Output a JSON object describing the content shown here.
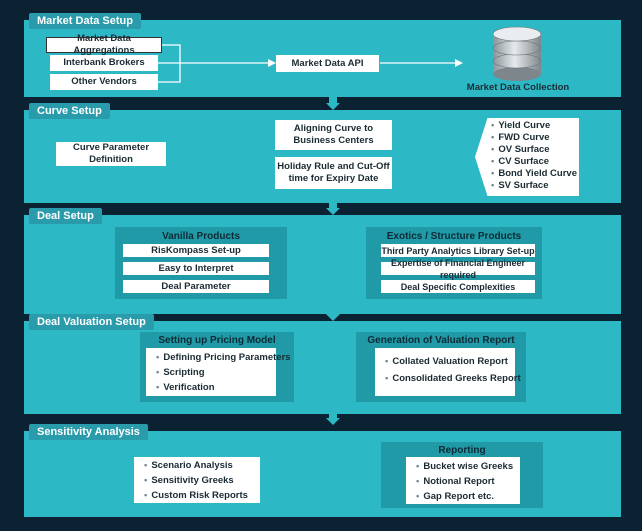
{
  "market": {
    "label": "Market Data Setup",
    "sources": [
      "Market Data Aggregations",
      "Interbank Brokers",
      "Other Vendors"
    ],
    "api": "Market Data API",
    "collection": "Market Data Collection"
  },
  "curve": {
    "label": "Curve Setup",
    "param": "Curve Parameter Definition",
    "align": "Aligning Curve to Business Centers",
    "holiday": "Holiday Rule and Cut-Off time for Expiry Date",
    "list": [
      "Yield Curve",
      "FWD Curve",
      "OV Surface",
      "CV Surface",
      "Bond Yield Curve",
      "SV Surface"
    ]
  },
  "deal": {
    "label": "Deal Setup",
    "vanilla": {
      "title": "Vanilla Products",
      "items": [
        "RisKompass Set-up",
        "Easy to Interpret",
        "Deal Parameter"
      ]
    },
    "exotics": {
      "title": "Exotics / Structure Products",
      "items": [
        "Third Party Analytics Library Set-up",
        "Expertise of Financial Engineer required",
        "Deal Specific Complexities"
      ]
    }
  },
  "valuation": {
    "label": "Deal Valuation Setup",
    "pricing": {
      "title": "Setting up Pricing Model",
      "items": [
        "Defining Pricing Parameters",
        "Scripting",
        "Verification"
      ]
    },
    "report": {
      "title": "Generation of Valuation Report",
      "items": [
        "Collated Valuation Report",
        "Consolidated Greeks Report"
      ]
    }
  },
  "sensitivity": {
    "label": "Sensitivity Analysis",
    "items": [
      "Scenario Analysis",
      "Sensitivity Greeks",
      "Custom Risk Reports"
    ],
    "reporting": {
      "title": "Reporting",
      "items": [
        "Bucket wise Greeks",
        "Notional Report",
        "Gap Report etc."
      ]
    }
  },
  "colors": {
    "section": "#2db8c6",
    "panel": "#1f9aa6",
    "background": "#0b2233",
    "arrow": "#2db8c6"
  }
}
